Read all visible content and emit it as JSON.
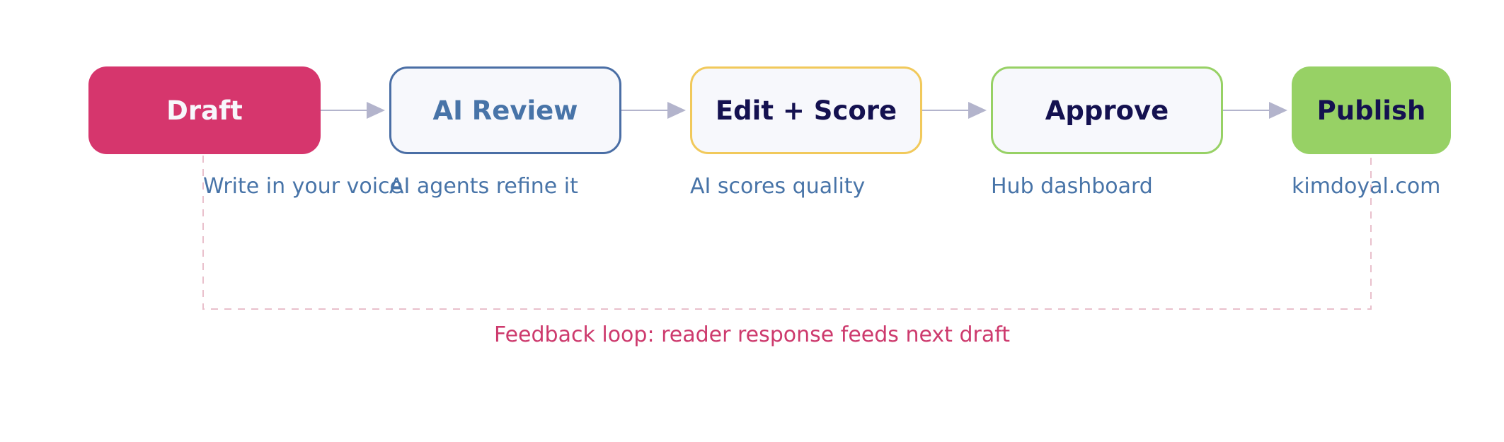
{
  "colors": {
    "draft_fill": "#d6366d",
    "draft_text": "#f7f7fb",
    "review_border": "#4a6ea5",
    "review_text": "#4874a8",
    "score_border": "#f1c95b",
    "approve_border": "#97d165",
    "publish_fill": "#97d165",
    "dark_text": "#141150",
    "light_fill": "#f7f8fc",
    "caption_text": "#4874a8",
    "arrow": "#b3b4cc",
    "loop_line": "#e9c0cc",
    "loop_text": "#cd3a6d"
  },
  "stages": [
    {
      "id": "draft",
      "label": "Draft",
      "caption": "Write in your voice"
    },
    {
      "id": "ai-review",
      "label": "AI Review",
      "caption": "AI agents refine it"
    },
    {
      "id": "edit-score",
      "label": "Edit + Score",
      "caption": "AI scores quality"
    },
    {
      "id": "approve",
      "label": "Approve",
      "caption": "Hub dashboard"
    },
    {
      "id": "publish",
      "label": "Publish",
      "caption": "kimdoyal.com"
    }
  ],
  "feedback_loop": {
    "label": "Feedback loop: reader response feeds next draft"
  }
}
